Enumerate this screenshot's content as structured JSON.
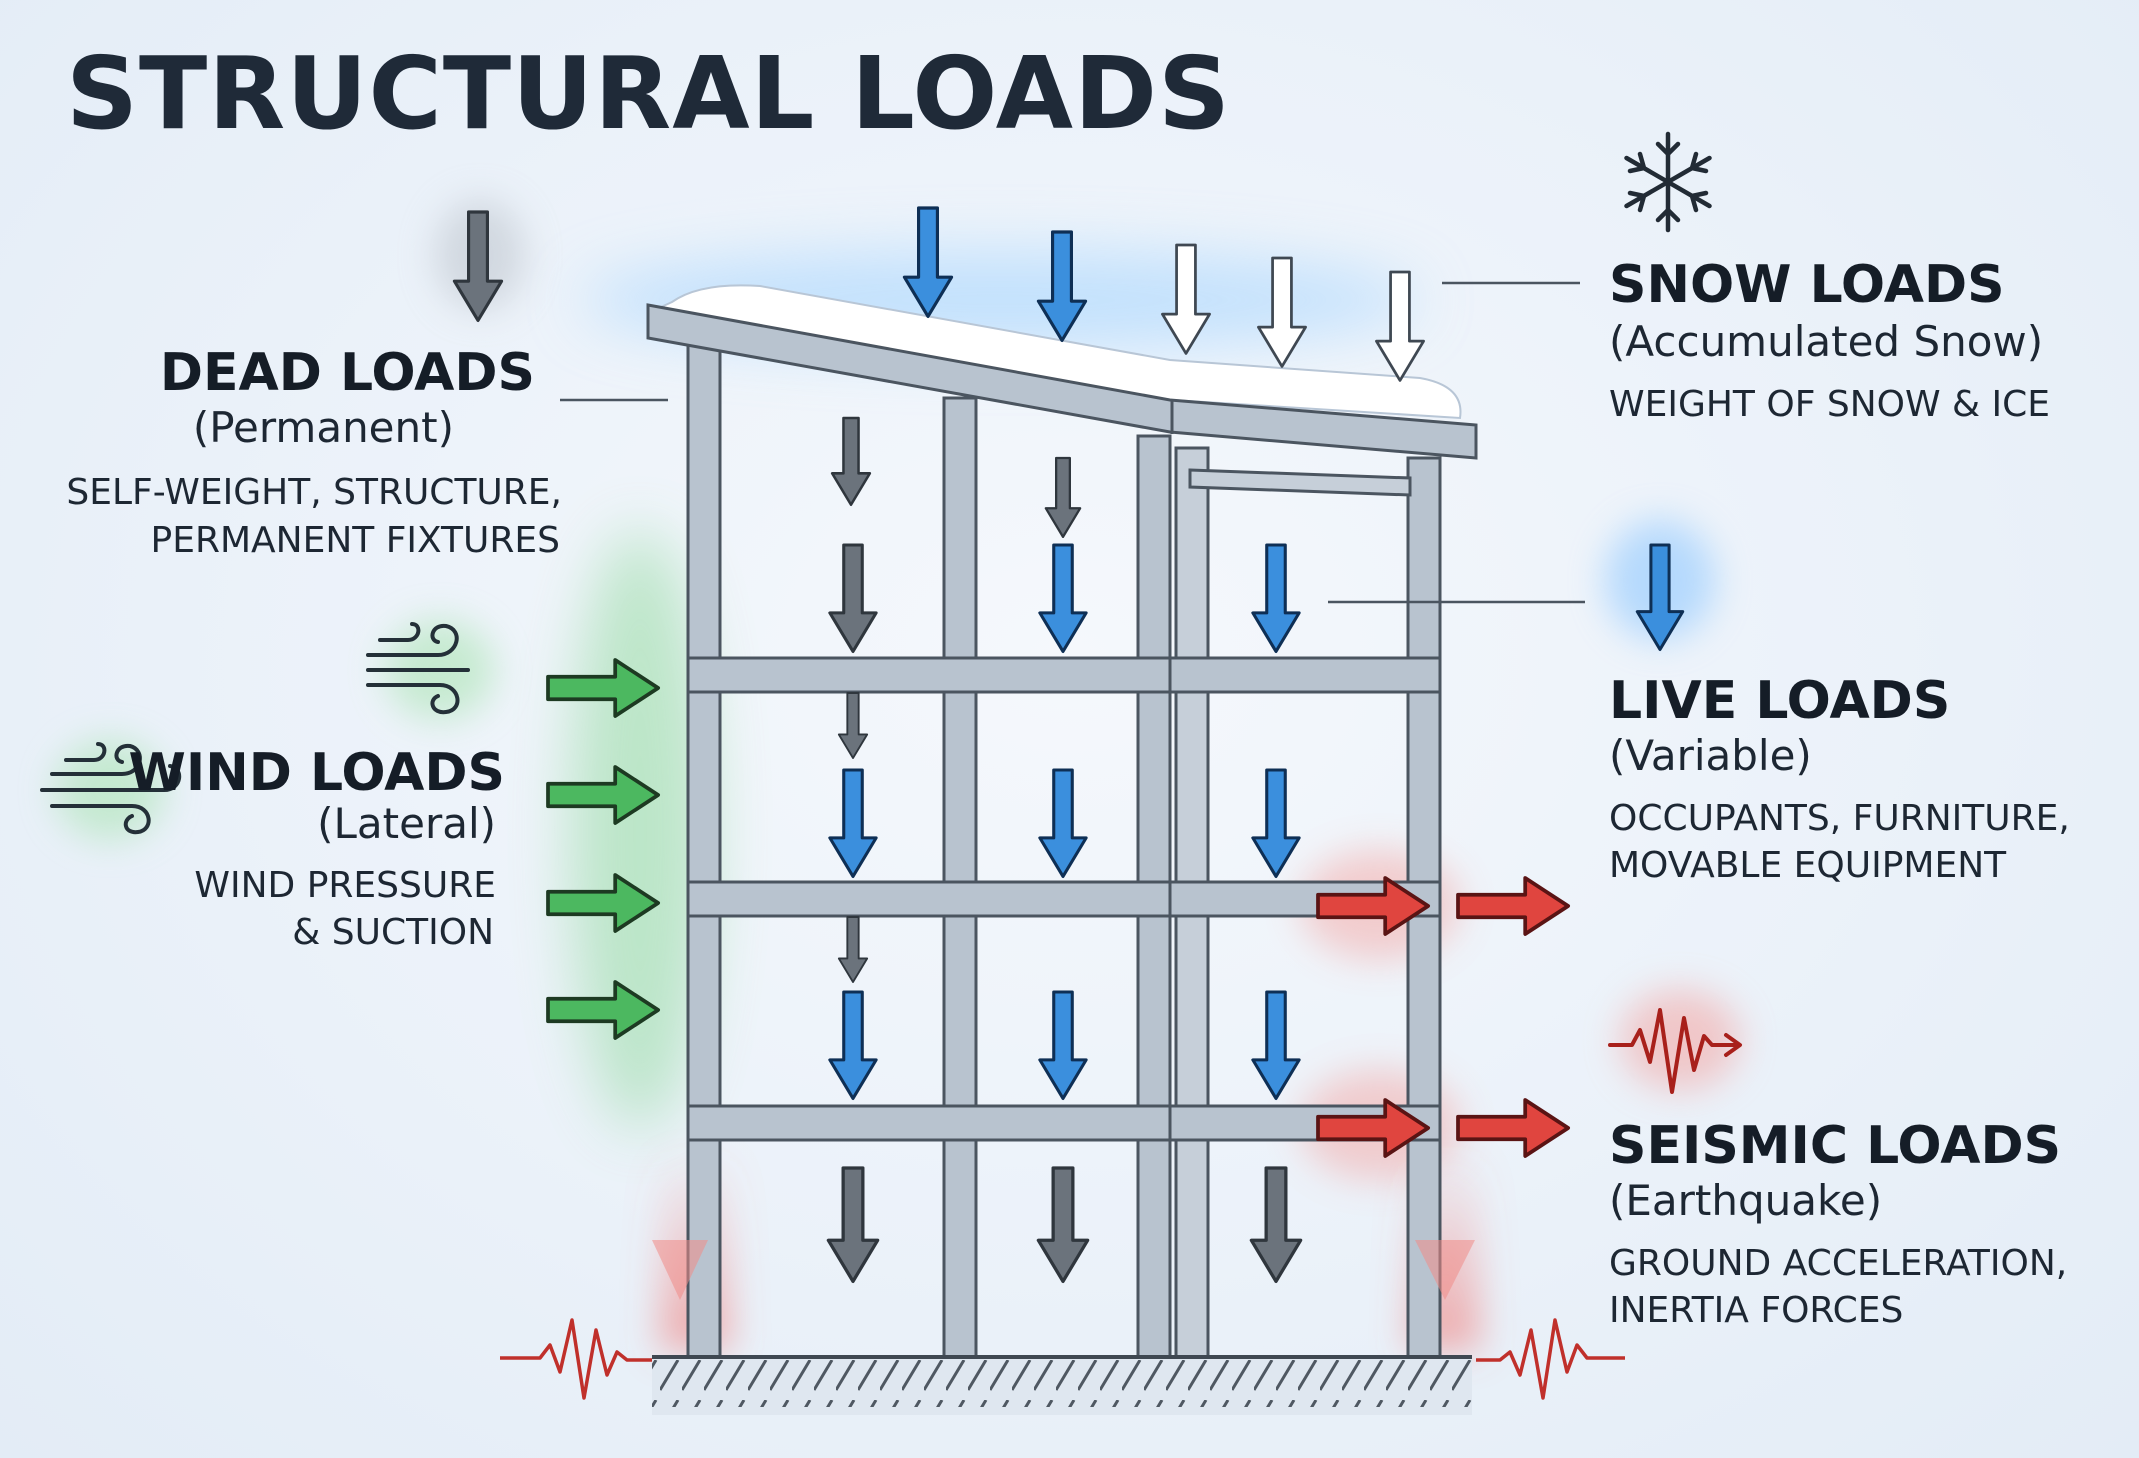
{
  "title": "STRUCTURAL LOADS",
  "loads": {
    "dead": {
      "heading": "DEAD LOADS",
      "subtitle": "(Permanent)",
      "desc_line1": "SELF-WEIGHT, STRUCTURE,",
      "desc_line2": "PERMANENT FIXTURES",
      "color": "#6b737c",
      "icon": "down-arrow-icon"
    },
    "wind": {
      "heading": "WIND LOADS",
      "subtitle": "(Lateral)",
      "desc_line1": "WIND PRESSURE",
      "desc_line2": "& SUCTION",
      "color": "#4cb860",
      "icon": "wind-icon"
    },
    "snow": {
      "heading": "SNOW LOADS",
      "subtitle": "(Accumulated Snow)",
      "desc_line1": "WEIGHT OF SNOW & ICE",
      "color": "#ffffff",
      "icon": "snowflake-icon"
    },
    "live": {
      "heading": "LIVE LOADS",
      "subtitle": "(Variable)",
      "desc_line1": "OCCUPANTS, FURNITURE,",
      "desc_line2": "MOVABLE EQUIPMENT",
      "color": "#3b8fdd",
      "icon": "down-arrow-icon"
    },
    "seismic": {
      "heading": "SEISMIC LOADS",
      "subtitle": "(Earthquake)",
      "desc_line1": "GROUND ACCELERATION,",
      "desc_line2": "INERTIA FORCES",
      "color": "#e0453f",
      "icon": "seismograph-icon"
    }
  }
}
